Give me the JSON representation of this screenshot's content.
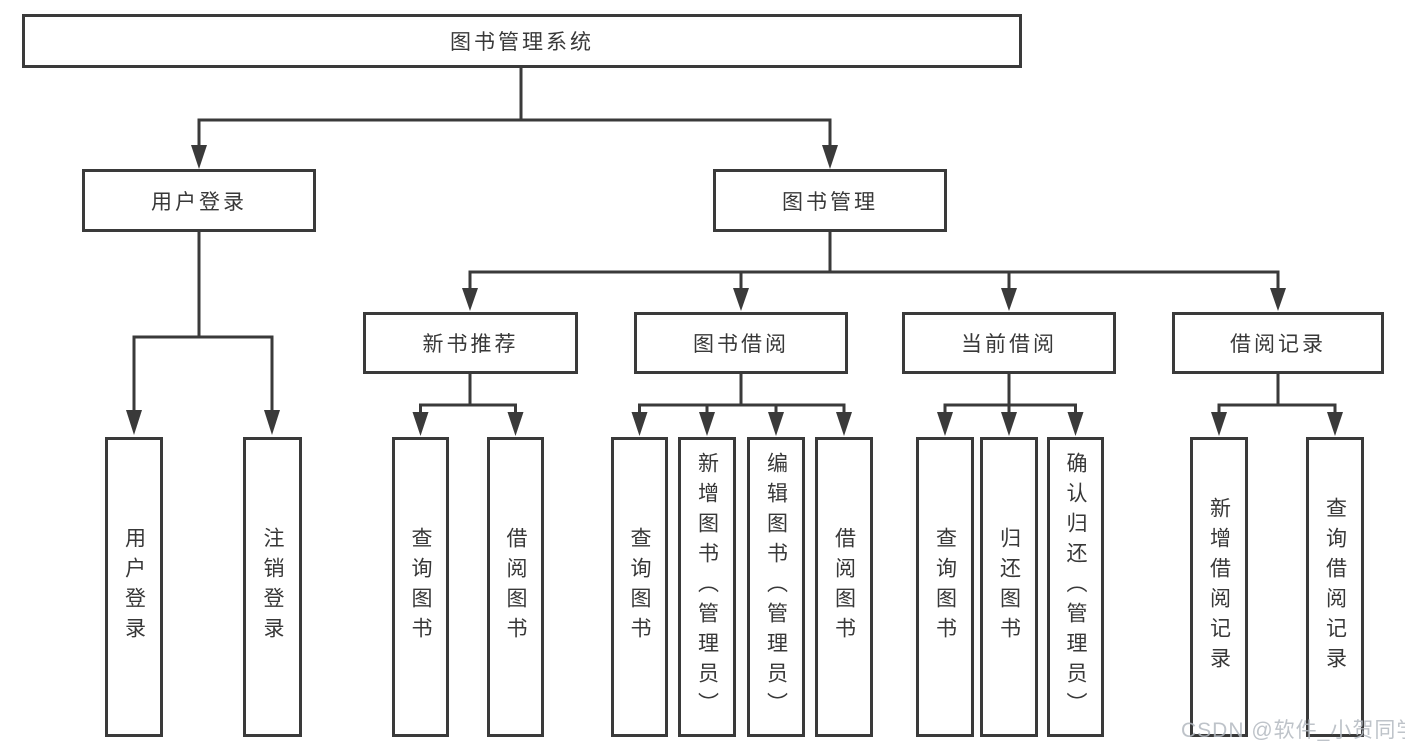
{
  "colors": {
    "line": "#3a3a3a",
    "box_fill": "#ffffff",
    "text": "#383838",
    "watermark": "#b3b9c0"
  },
  "tree": {
    "label": "图书管理系统",
    "children": [
      {
        "label": "用户登录",
        "children": [
          {
            "label": "用户登录"
          },
          {
            "label": "注销登录"
          }
        ]
      },
      {
        "label": "图书管理",
        "children": [
          {
            "label": "新书推荐",
            "children": [
              {
                "label": "查询图书"
              },
              {
                "label": "借阅图书"
              }
            ]
          },
          {
            "label": "图书借阅",
            "children": [
              {
                "label": "查询图书"
              },
              {
                "label": "新增图书（管理员）"
              },
              {
                "label": "编辑图书（管理员）"
              },
              {
                "label": "借阅图书"
              }
            ]
          },
          {
            "label": "当前借阅",
            "children": [
              {
                "label": "查询图书"
              },
              {
                "label": "归还图书"
              },
              {
                "label": "确认归还（管理员）"
              }
            ]
          },
          {
            "label": "借阅记录",
            "children": [
              {
                "label": "新增借阅记录"
              },
              {
                "label": "查询借阅记录"
              }
            ]
          }
        ]
      }
    ]
  },
  "watermark": {
    "text": "CSDN @软件_小贺同学"
  }
}
